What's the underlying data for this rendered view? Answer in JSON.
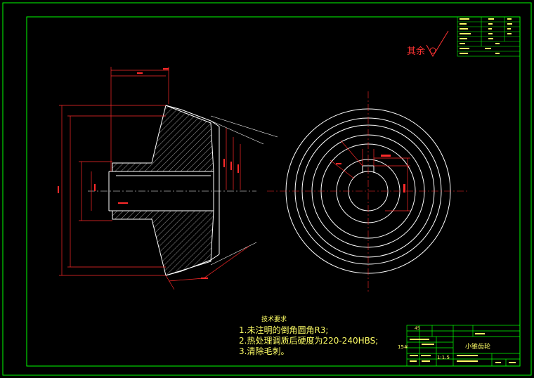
{
  "drawing": {
    "surface_note": "其余",
    "part_name": "小锥齿轮",
    "tech_requirements": {
      "title": "技术要求",
      "items": [
        "1.未注明的倒角圆角R3;",
        "2.热处理调质后硬度为220-240HBS;",
        "3.清除毛刺。"
      ]
    },
    "title_block": {
      "material": "45",
      "scale": "1:1.5",
      "code": "15#"
    },
    "colors": {
      "background": "#000000",
      "frame": "#00ff00",
      "outline": "#ffffff",
      "dimension": "#ff2a2a",
      "text": "#ffff66"
    }
  }
}
